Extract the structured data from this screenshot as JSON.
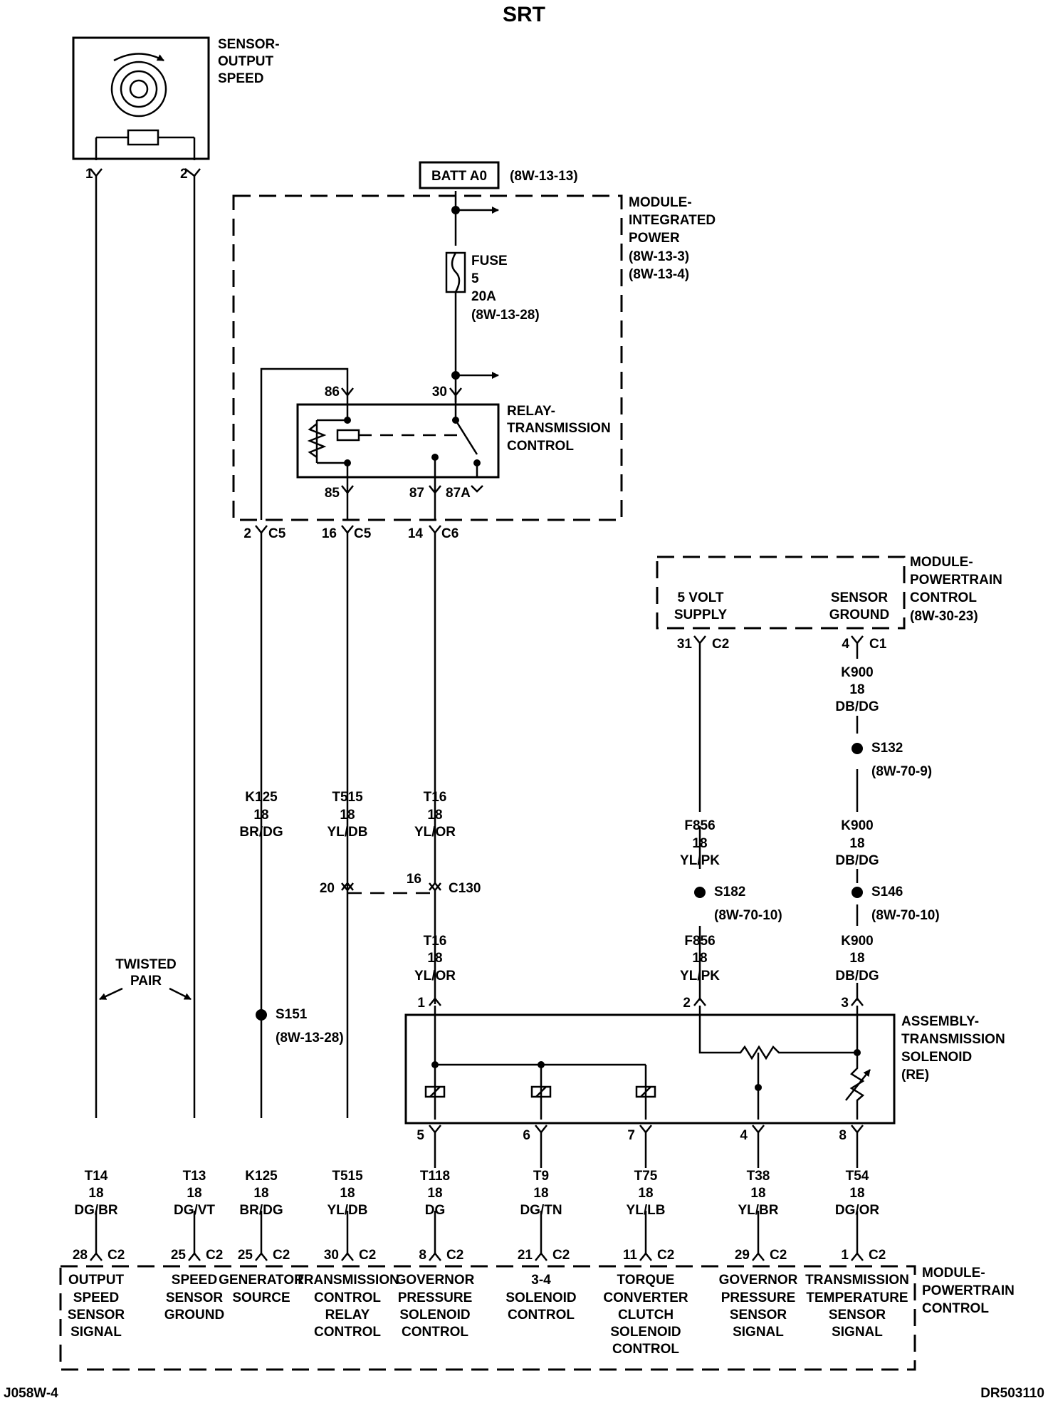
{
  "title": "SRT",
  "footer_left": "J058W-4",
  "footer_right": "DR503110",
  "components": {
    "output_speed_sensor": {
      "l1": "SENSOR-",
      "l2": "OUTPUT",
      "l3": "SPEED",
      "pin1": "1",
      "pin2": "2"
    },
    "batt": {
      "label": "BATT A0",
      "ref": "(8W-13-13)"
    },
    "ipm": {
      "l1": "MODULE-",
      "l2": "INTEGRATED",
      "l3": "POWER",
      "ref1": "(8W-13-3)",
      "ref2": "(8W-13-4)"
    },
    "fuse": {
      "l1": "FUSE",
      "l2": "5",
      "l3": "20A",
      "ref": "(8W-13-28)"
    },
    "relay": {
      "l1": "RELAY-",
      "l2": "TRANSMISSION",
      "l3": "CONTROL",
      "p86": "86",
      "p30": "30",
      "p85": "85",
      "p87": "87",
      "p87a": "87A"
    },
    "pcm_top": {
      "l1": "MODULE-",
      "l2": "POWERTRAIN",
      "l3": "CONTROL",
      "ref": "(8W-30-23)",
      "sup1": "5 VOLT",
      "sup2": "SUPPLY",
      "gnd1": "SENSOR",
      "gnd2": "GROUND"
    },
    "solenoid_assy": {
      "l1": "ASSEMBLY-",
      "l2": "TRANSMISSION",
      "l3": "SOLENOID",
      "l4": "(RE)",
      "in1": "1",
      "in2": "2",
      "in3": "3",
      "out5": "5",
      "out6": "6",
      "out7": "7",
      "out4": "4",
      "out8": "8"
    },
    "pcm_bottom": {
      "l1": "MODULE-",
      "l2": "POWERTRAIN",
      "l3": "CONTROL"
    },
    "twisted_pair": {
      "l1": "TWISTED",
      "l2": "PAIR"
    }
  },
  "connectors": {
    "ipm_k125": {
      "pin": "2",
      "conn": "C5"
    },
    "ipm_t515": {
      "pin": "16",
      "conn": "C5"
    },
    "ipm_t16": {
      "pin": "14",
      "conn": "C6"
    },
    "pcm_5v": {
      "pin": "31",
      "conn": "C2"
    },
    "pcm_gnd": {
      "pin": "4",
      "conn": "C1"
    },
    "c130_left": {
      "pin": "20"
    },
    "c130_right": {
      "pin": "16",
      "conn": "C130"
    }
  },
  "splices": {
    "s132": {
      "id": "S132",
      "ref": "(8W-70-9)"
    },
    "s182": {
      "id": "S182",
      "ref": "(8W-70-10)"
    },
    "s146": {
      "id": "S146",
      "ref": "(8W-70-10)"
    },
    "s151": {
      "id": "S151",
      "ref": "(8W-13-28)"
    }
  },
  "wire_labels_mid": {
    "k125": {
      "c": "K125",
      "g": "18",
      "col": "BR/DG"
    },
    "t515": {
      "c": "T515",
      "g": "18",
      "col": "YL/DB"
    },
    "t16a": {
      "c": "T16",
      "g": "18",
      "col": "YL/OR"
    },
    "t16b": {
      "c": "T16",
      "g": "18",
      "col": "YL/OR"
    },
    "k900a": {
      "c": "K900",
      "g": "18",
      "col": "DB/DG"
    },
    "k900b": {
      "c": "K900",
      "g": "18",
      "col": "DB/DG"
    },
    "k900c": {
      "c": "K900",
      "g": "18",
      "col": "DB/DG"
    },
    "f856a": {
      "c": "F856",
      "g": "18",
      "col": "YL/PK"
    },
    "f856b": {
      "c": "F856",
      "g": "18",
      "col": "YL/PK"
    }
  },
  "bottom_wires": [
    {
      "c": "T14",
      "g": "18",
      "col": "DG/BR",
      "pin": "28",
      "conn": "C2",
      "f1": "OUTPUT",
      "f2": "SPEED",
      "f3": "SENSOR",
      "f4": "SIGNAL",
      "f5": ""
    },
    {
      "c": "T13",
      "g": "18",
      "col": "DG/VT",
      "pin": "25",
      "conn": "C2",
      "f1": "SPEED",
      "f2": "SENSOR",
      "f3": "GROUND",
      "f4": "",
      "f5": ""
    },
    {
      "c": "K125",
      "g": "18",
      "col": "BR/DG",
      "pin": "25",
      "conn": "C2",
      "f1": "GENERATOR",
      "f2": "SOURCE",
      "f3": "",
      "f4": "",
      "f5": ""
    },
    {
      "c": "T515",
      "g": "18",
      "col": "YL/DB",
      "pin": "30",
      "conn": "C2",
      "f1": "TRANSMISSION",
      "f2": "CONTROL",
      "f3": "RELAY",
      "f4": "CONTROL",
      "f5": ""
    },
    {
      "c": "T118",
      "g": "18",
      "col": "DG",
      "pin": "8",
      "conn": "C2",
      "f1": "GOVERNOR",
      "f2": "PRESSURE",
      "f3": "SOLENOID",
      "f4": "CONTROL",
      "f5": ""
    },
    {
      "c": "T9",
      "g": "18",
      "col": "DG/TN",
      "pin": "21",
      "conn": "C2",
      "f1": "3-4",
      "f2": "SOLENOID",
      "f3": "CONTROL",
      "f4": "",
      "f5": ""
    },
    {
      "c": "T75",
      "g": "18",
      "col": "YL/LB",
      "pin": "11",
      "conn": "C2",
      "f1": "TORQUE",
      "f2": "CONVERTER",
      "f3": "CLUTCH",
      "f4": "SOLENOID",
      "f5": "CONTROL"
    },
    {
      "c": "T38",
      "g": "18",
      "col": "YL/BR",
      "pin": "29",
      "conn": "C2",
      "f1": "GOVERNOR",
      "f2": "PRESSURE",
      "f3": "SENSOR",
      "f4": "SIGNAL",
      "f5": ""
    },
    {
      "c": "T54",
      "g": "18",
      "col": "DG/OR",
      "pin": "1",
      "conn": "C2",
      "f1": "TRANSMISSION",
      "f2": "TEMPERATURE",
      "f3": "SENSOR",
      "f4": "SIGNAL",
      "f5": ""
    }
  ]
}
